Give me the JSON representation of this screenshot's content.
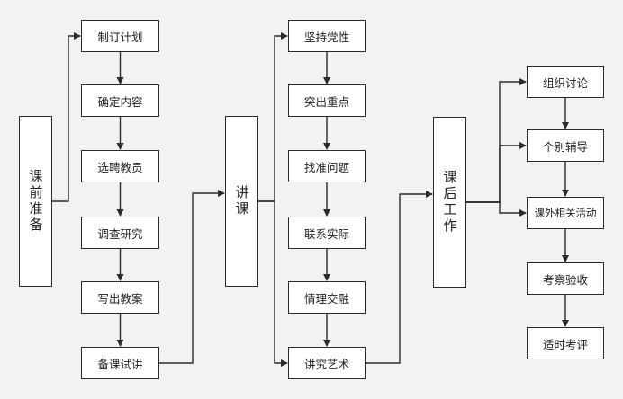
{
  "colors": {
    "line": "#2b2b2b",
    "box_fill": "#ffffff",
    "background": "#f2f2f2"
  },
  "stages": [
    {
      "id": "s1",
      "label": "课前准备"
    },
    {
      "id": "s2",
      "label": "讲课"
    },
    {
      "id": "s3",
      "label": "课后工作"
    }
  ],
  "steps": [
    {
      "id": "a1",
      "label": "制订计划"
    },
    {
      "id": "a2",
      "label": "确定内容"
    },
    {
      "id": "a3",
      "label": "选聘教员"
    },
    {
      "id": "a4",
      "label": "调查研究"
    },
    {
      "id": "a5",
      "label": "写出教案"
    },
    {
      "id": "a6",
      "label": "备课试讲"
    },
    {
      "id": "b1",
      "label": "坚持党性"
    },
    {
      "id": "b2",
      "label": "突出重点"
    },
    {
      "id": "b3",
      "label": "找准问题"
    },
    {
      "id": "b4",
      "label": "联系实际"
    },
    {
      "id": "b5",
      "label": "情理交融"
    },
    {
      "id": "b6",
      "label": "讲究艺术"
    },
    {
      "id": "c1",
      "label": "组织讨论"
    },
    {
      "id": "c2",
      "label": "个别辅导"
    },
    {
      "id": "c3",
      "label": "课外相关活动"
    },
    {
      "id": "c4",
      "label": "考察验收"
    },
    {
      "id": "c5",
      "label": "适时考评"
    }
  ],
  "edges": [
    [
      "s1",
      "a1"
    ],
    [
      "a1",
      "a2"
    ],
    [
      "a2",
      "a3"
    ],
    [
      "a3",
      "a4"
    ],
    [
      "a4",
      "a5"
    ],
    [
      "a5",
      "a6"
    ],
    [
      "a6",
      "s2"
    ],
    [
      "s2",
      "b1"
    ],
    [
      "s2",
      "b6"
    ],
    [
      "b1",
      "b2"
    ],
    [
      "b2",
      "b3"
    ],
    [
      "b3",
      "b4"
    ],
    [
      "b4",
      "b5"
    ],
    [
      "b5",
      "b6"
    ],
    [
      "b6",
      "s3"
    ],
    [
      "s3",
      "c1"
    ],
    [
      "s3",
      "c2"
    ],
    [
      "s3",
      "c3"
    ],
    [
      "c1",
      "c2"
    ],
    [
      "c2",
      "c3"
    ],
    [
      "c3",
      "c4"
    ],
    [
      "c4",
      "c5"
    ]
  ]
}
